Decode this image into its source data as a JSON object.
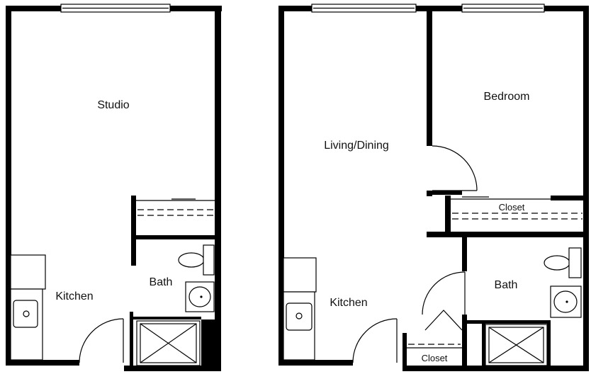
{
  "plans": [
    {
      "rooms": {
        "studio": "Studio",
        "kitchen": "Kitchen",
        "bath": "Bath"
      }
    },
    {
      "rooms": {
        "living_dining": "Living/Dining",
        "bedroom": "Bedroom",
        "closet_bedroom": "Closet",
        "kitchen": "Kitchen",
        "bath": "Bath",
        "closet_entry": "Closet"
      }
    }
  ]
}
